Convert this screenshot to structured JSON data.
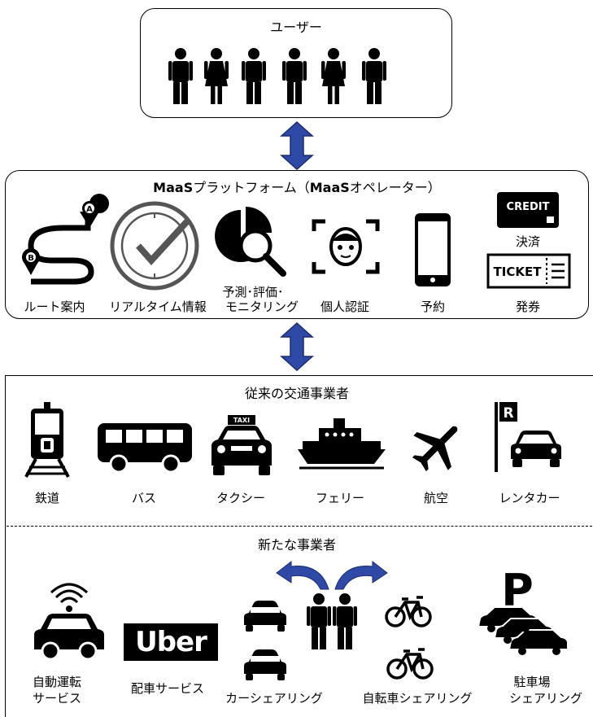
{
  "users": {
    "title": "ユーザー"
  },
  "platform": {
    "title_prefix": "MaaS",
    "title_mid": "プラットフォーム（",
    "title_brand2": "MaaS",
    "title_suffix": "オペレーター）",
    "items": [
      {
        "label": "ルート案内",
        "icon": "route-icon"
      },
      {
        "label": "リアルタイム情報",
        "icon": "clock-check-icon"
      },
      {
        "label1": "予測･評価･",
        "label2": "モニタリング",
        "icon": "analytics-icon"
      },
      {
        "label": "個人認証",
        "icon": "face-recognition-icon"
      },
      {
        "label": "予約",
        "icon": "smartphone-icon"
      },
      {
        "label": "決済",
        "card_text": "CREDIT",
        "icon": "credit-card-icon"
      },
      {
        "label": "発券",
        "ticket_text": "TICKET",
        "icon": "ticket-icon"
      }
    ]
  },
  "traditional": {
    "title": "従来の交通事業者",
    "taxi_sign": "TAXI",
    "rental_sign": "R",
    "items": [
      {
        "label": "鉄道",
        "icon": "train-icon"
      },
      {
        "label": "バス",
        "icon": "bus-icon"
      },
      {
        "label": "タクシー",
        "icon": "taxi-icon"
      },
      {
        "label": "フェリー",
        "icon": "ferry-icon"
      },
      {
        "label": "航空",
        "icon": "airplane-icon"
      },
      {
        "label": "レンタカー",
        "icon": "rental-car-icon"
      }
    ]
  },
  "new": {
    "title": "新たな事業者",
    "items": [
      {
        "label1": "自動運転",
        "label2": "サービス",
        "icon": "autonomous-car-icon"
      },
      {
        "label": "配車サービス",
        "logo": "Uber"
      },
      {
        "label": "カーシェアリング",
        "icon": "car-icon"
      },
      {
        "label": "自転車シェアリング",
        "icon": "bicycle-icon"
      },
      {
        "label1": "駐車場",
        "label2": "シェアリング",
        "icon": "parking-icon",
        "parking_sign": "P"
      }
    ]
  },
  "colors": {
    "arrow": "#2f49a6",
    "arrow_dark": "#1b2c6e",
    "line": "#000000"
  }
}
